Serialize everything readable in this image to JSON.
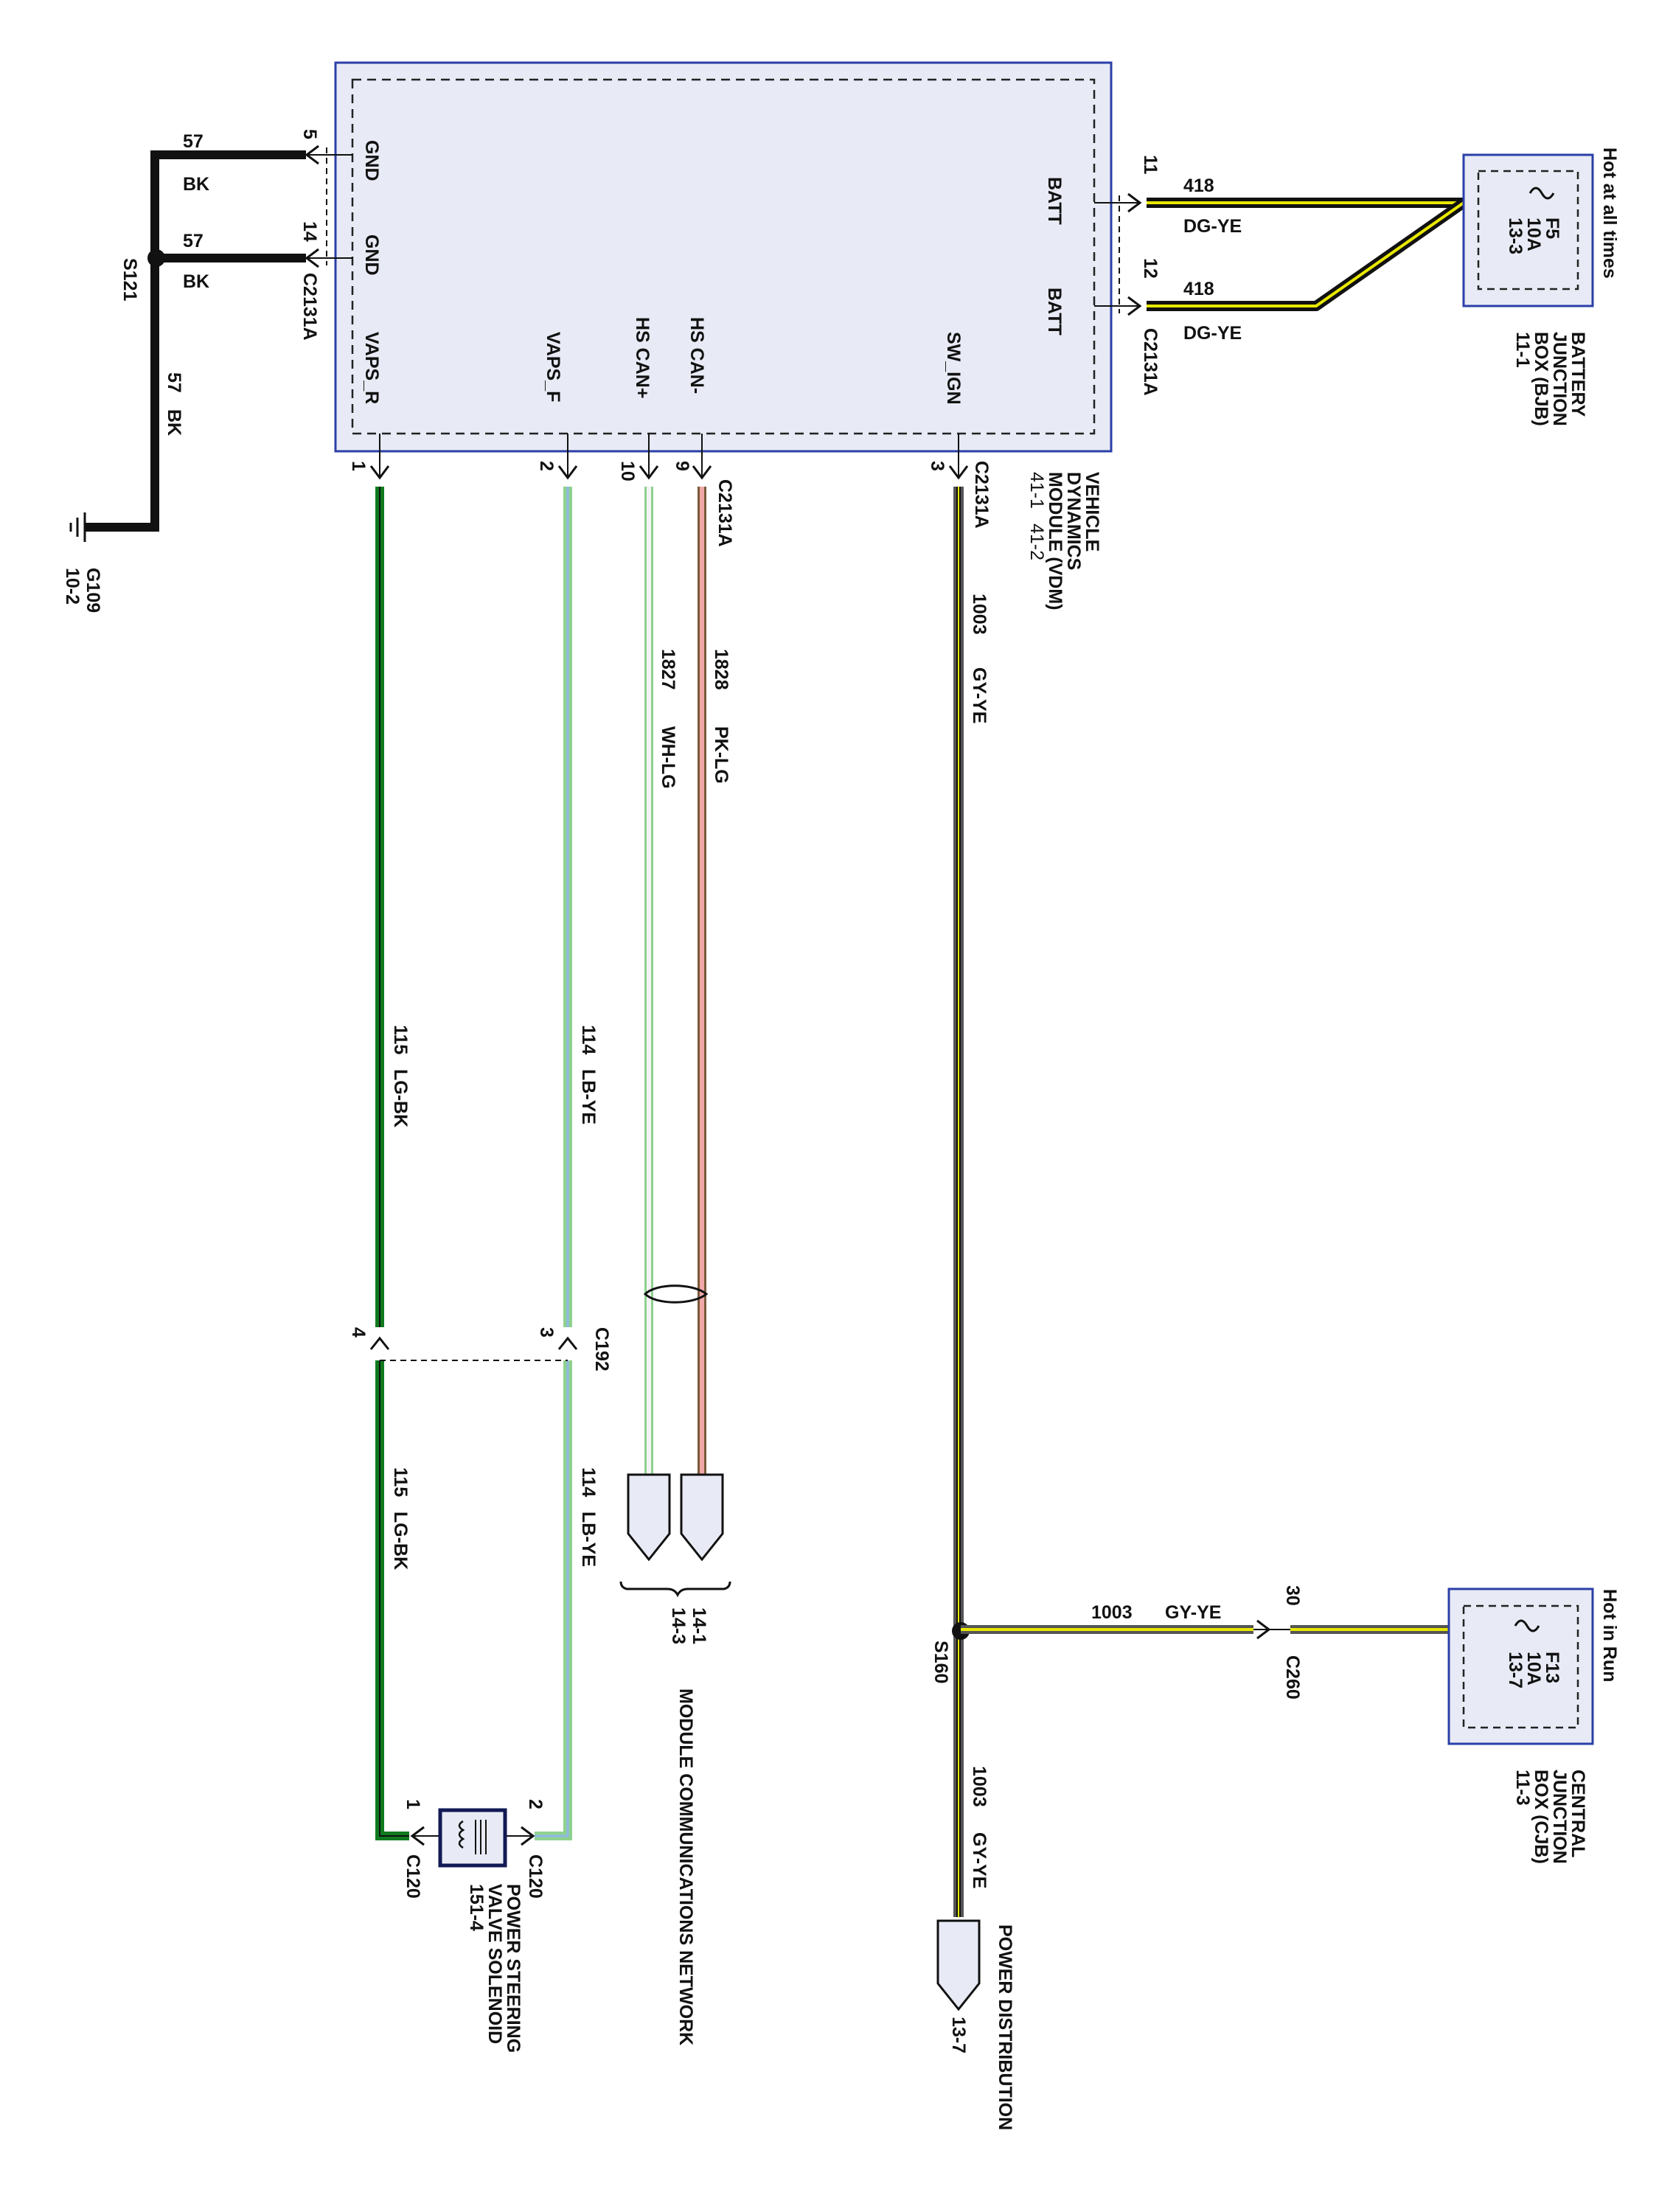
{
  "colors": {
    "module_border": "#2b3fa8",
    "module_fill": "#e8ebf5",
    "black": "#111111",
    "dark_green": "#0f7a1e",
    "light_green": "#8fd18f",
    "white": "#f4f4f4",
    "pink": "#f1a8a8",
    "brown": "#7a5a3a",
    "gray": "#555555",
    "yellow": "#e8e800",
    "blue": "#8fb7e8"
  },
  "vdm": {
    "pins": {
      "gnd_a": "GND",
      "gnd_b": "GND",
      "batt_a": "BATT",
      "batt_b": "BATT",
      "vaps_r": "VAPS_R",
      "vaps_f": "VAPS_F",
      "hs_can_plus": "HS CAN+",
      "hs_can_minus": "HS CAN-",
      "sw_ign": "SW_IGN"
    },
    "pin_numbers": {
      "gnd_a": "5",
      "gnd_b": "14",
      "batt_a": "11",
      "batt_b": "12",
      "vaps_r": "1",
      "vaps_f": "2",
      "hs_can_plus": "10",
      "hs_can_minus": "9",
      "sw_ign": "3"
    },
    "connector_left": "C2131A",
    "connector_right": "C2131A",
    "connector_bottom_a": "C2131A",
    "connector_bottom_b": "C2131A",
    "name_lines": [
      "VEHICLE",
      "DYNAMICS",
      "MODULE (VDM)"
    ],
    "refs": [
      "41-1",
      "41-2"
    ]
  },
  "ground": {
    "splice": "S121",
    "wire_a": {
      "circuit": "57",
      "color": "BK"
    },
    "wire_b": {
      "circuit": "57",
      "color": "BK"
    },
    "wire_c": {
      "circuit": "57",
      "color": "BK"
    },
    "ground_id": "G109",
    "ground_ref": "10-2"
  },
  "bjb": {
    "label": "Hot at all times",
    "fuse": "F5",
    "amps": "10A",
    "ref": "13-3",
    "name_lines": [
      "BATTERY",
      "JUNCTION",
      "BOX (BJB)",
      "11-1"
    ],
    "wire_a": {
      "circuit": "418",
      "color": "DG-YE"
    },
    "wire_b": {
      "circuit": "418",
      "color": "DG-YE"
    }
  },
  "steering": {
    "wire_r_top": {
      "circuit": "115",
      "color": "LG-BK"
    },
    "wire_f_top": {
      "circuit": "114",
      "color": "LB-YE"
    },
    "wire_r_bottom": {
      "circuit": "115",
      "color": "LG-BK"
    },
    "wire_f_bottom": {
      "circuit": "114",
      "color": "LB-YE"
    },
    "inline_connector": "C192",
    "inline_pin_r": "4",
    "inline_pin_f": "3",
    "solenoid_pin_r": "1",
    "solenoid_pin_f": "2",
    "solenoid_conn_r": "C120",
    "solenoid_conn_f": "C120",
    "solenoid_name_lines": [
      "POWER STEERING",
      "VALVE SOLENOID",
      "151-4"
    ]
  },
  "can": {
    "wire_plus": {
      "circuit": "1827",
      "color": "WH-LG"
    },
    "wire_minus": {
      "circuit": "1828",
      "color": "PK-LG"
    },
    "refs": [
      "14-1",
      "14-3"
    ],
    "network_label": "MODULE COMMUNICATIONS NETWORK"
  },
  "ignition": {
    "wire_top": {
      "circuit": "1003",
      "color": "GY-YE"
    },
    "wire_cjb": {
      "circuit": "1003",
      "color": "GY-YE"
    },
    "wire_bottom": {
      "circuit": "1003",
      "color": "GY-YE"
    },
    "splice": "S160",
    "connector": "C260",
    "connector_pin": "30",
    "power_dist_label": "POWER DISTRIBUTION",
    "power_dist_ref": "13-7"
  },
  "cjb": {
    "label": "Hot in Run",
    "fuse": "F13",
    "amps": "10A",
    "ref": "13-7",
    "name_lines": [
      "CENTRAL",
      "JUNCTION",
      "BOX (CJB)",
      "11-3"
    ]
  }
}
